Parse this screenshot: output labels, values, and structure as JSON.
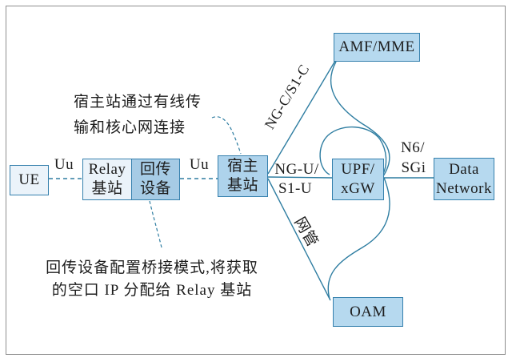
{
  "nodes": {
    "ue": {
      "label": "UE"
    },
    "relay": {
      "line1": "Relay",
      "line2": "基站"
    },
    "backhaul": {
      "line1": "回传",
      "line2": "设备"
    },
    "donor": {
      "line1": "宿主",
      "line2": "基站"
    },
    "amf": {
      "label": "AMF/MME"
    },
    "upf": {
      "line1": "UPF/",
      "line2": "xGW"
    },
    "datanet": {
      "line1": "Data",
      "line2": "Network"
    },
    "oam": {
      "label": "OAM"
    }
  },
  "links": {
    "uu1": "Uu",
    "uu2": "Uu",
    "ngc": "NG-C/S1-C",
    "ngu_line1": "NG-U/",
    "ngu_line2": "S1-U",
    "n6_line1": "N6/",
    "n6_line2": "SGi",
    "oam_mgmt": "网管"
  },
  "annotations": {
    "top_line1": "宿主站通过有线传",
    "top_line2": "输和核心网连接",
    "bottom_line1": "回传设备配置桥接模式,将获取",
    "bottom_line2": "的空口 IP 分配给 Relay 基站"
  },
  "colors": {
    "line": "#2e7da1",
    "box_border": "#3580ad",
    "frame": "#8e8e8e",
    "text": "#1c1c1c",
    "light": "#ebf3fa",
    "backhaul": "#a6cbe5",
    "donor": "#aed3ec",
    "core": "#b6d9ef"
  }
}
